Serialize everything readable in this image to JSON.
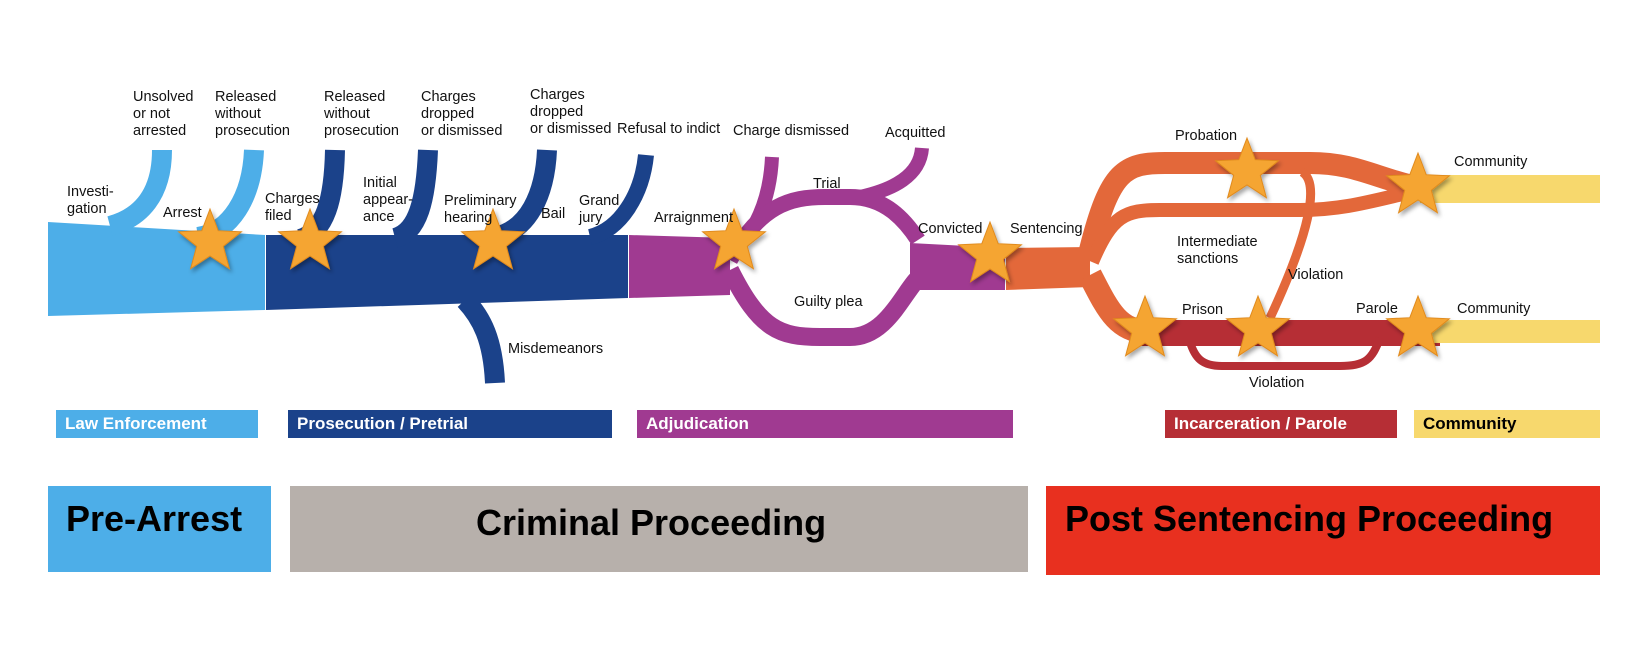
{
  "colors": {
    "law_enforcement": "#4daee8",
    "prosecution": "#1b428a",
    "adjudication": "#a03a91",
    "sentencing": "#e3683a",
    "incarceration": "#b62e35",
    "community": "#f7d86d",
    "pre_arrest": "#4daee8",
    "criminal_proceeding": "#b7b0ab",
    "post_sentencing": "#e8301f",
    "star": "#f5a532"
  },
  "flow_labels": {
    "investigation": "Investi-",
    "investigation_2": "gation",
    "unsolved": "Unsolved",
    "unsolved_2": "or not",
    "unsolved_3": "arrested",
    "released1": "Released",
    "released1_2": "without",
    "released1_3": "prosecution",
    "arrest": "Arrest",
    "charges_filed": "Charges",
    "charges_filed_2": "filed",
    "released2": "Released",
    "released2_2": "without",
    "released2_3": "prosecution",
    "initial": "Initial",
    "initial_2": "appear-",
    "initial_3": "ance",
    "dropped1": "Charges",
    "dropped1_2": "dropped",
    "dropped1_3": "or dismissed",
    "preliminary": "Preliminary",
    "preliminary_2": "hearing",
    "dropped2": "Charges",
    "dropped2_2": "dropped",
    "dropped2_3": "or dismissed",
    "bail": "Bail",
    "grand_jury": "Grand",
    "grand_jury_2": "jury",
    "refusal": "Refusal to indict",
    "misdemeanors": "Misdemeanors",
    "arraignment": "Arraignment",
    "charge_dismissed": "Charge dismissed",
    "trial": "Trial",
    "acquitted": "Acquitted",
    "guilty_plea": "Guilty plea",
    "convicted": "Convicted",
    "sentencing": "Sentencing",
    "probation": "Probation",
    "intermediate": "Intermediate",
    "intermediate_2": "sanctions",
    "community1": "Community",
    "violation1": "Violation",
    "prison": "Prison",
    "parole": "Parole",
    "community2": "Community",
    "violation2": "Violation"
  },
  "bands": {
    "law_enforcement": "Law Enforcement",
    "prosecution": "Prosecution / Pretrial",
    "adjudication": "Adjudication",
    "incarceration": "Incarceration / Parole",
    "community": "Community"
  },
  "phases": {
    "pre_arrest": "Pre-Arrest",
    "criminal_proceeding": "Criminal Proceeding",
    "post_sentencing": "Post Sentencing Proceeding"
  }
}
